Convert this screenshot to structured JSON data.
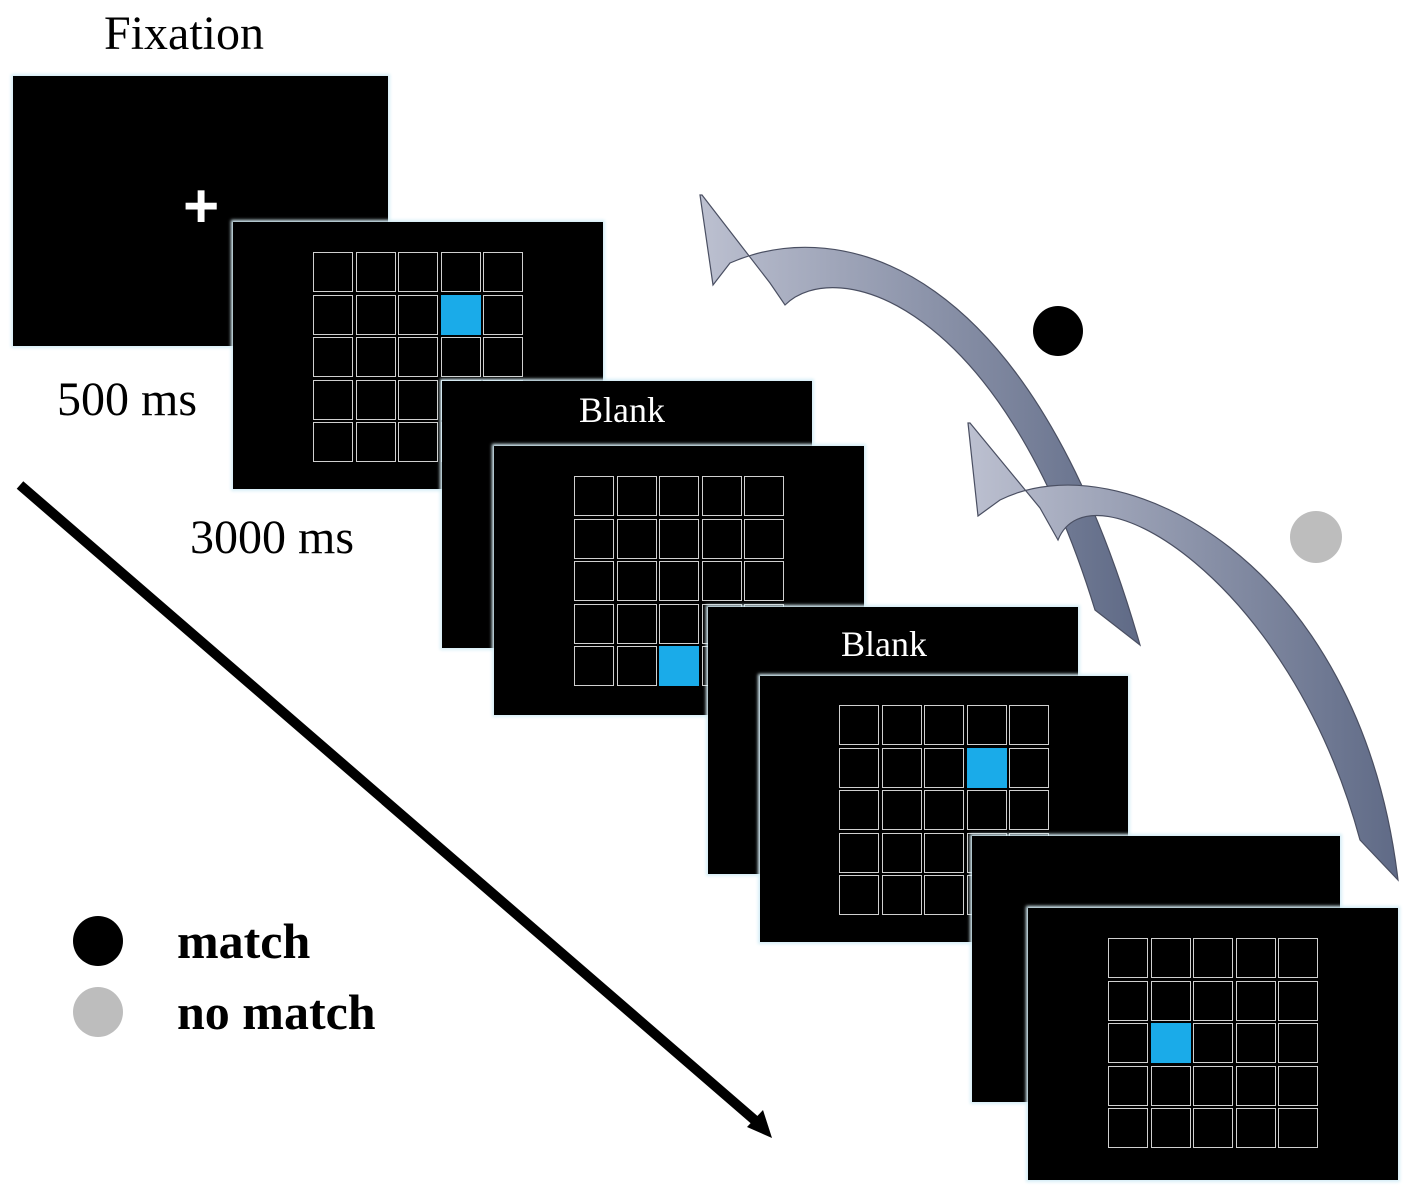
{
  "labels": {
    "fixation": "Fixation",
    "fixation_cross": "+",
    "dur_fixation": "500 ms",
    "dur_stimulus": "3000 ms",
    "blank_1": "Blank",
    "blank_2": "Blank"
  },
  "legend": {
    "match": "match",
    "no_match": "no match",
    "match_color": "#000000",
    "no_match_color": "#bdbdbd"
  },
  "colors": {
    "screen": "#000000",
    "highlight": "#1aabe9",
    "grid_line": "#d0d0d0",
    "arrow_fill": "#7d88a0"
  },
  "stimuli": [
    {
      "highlight": [
        1,
        3
      ]
    },
    {
      "highlight": [
        4,
        2
      ]
    },
    {
      "highlight": [
        1,
        3
      ]
    },
    {
      "highlight": [
        2,
        1
      ]
    }
  ]
}
